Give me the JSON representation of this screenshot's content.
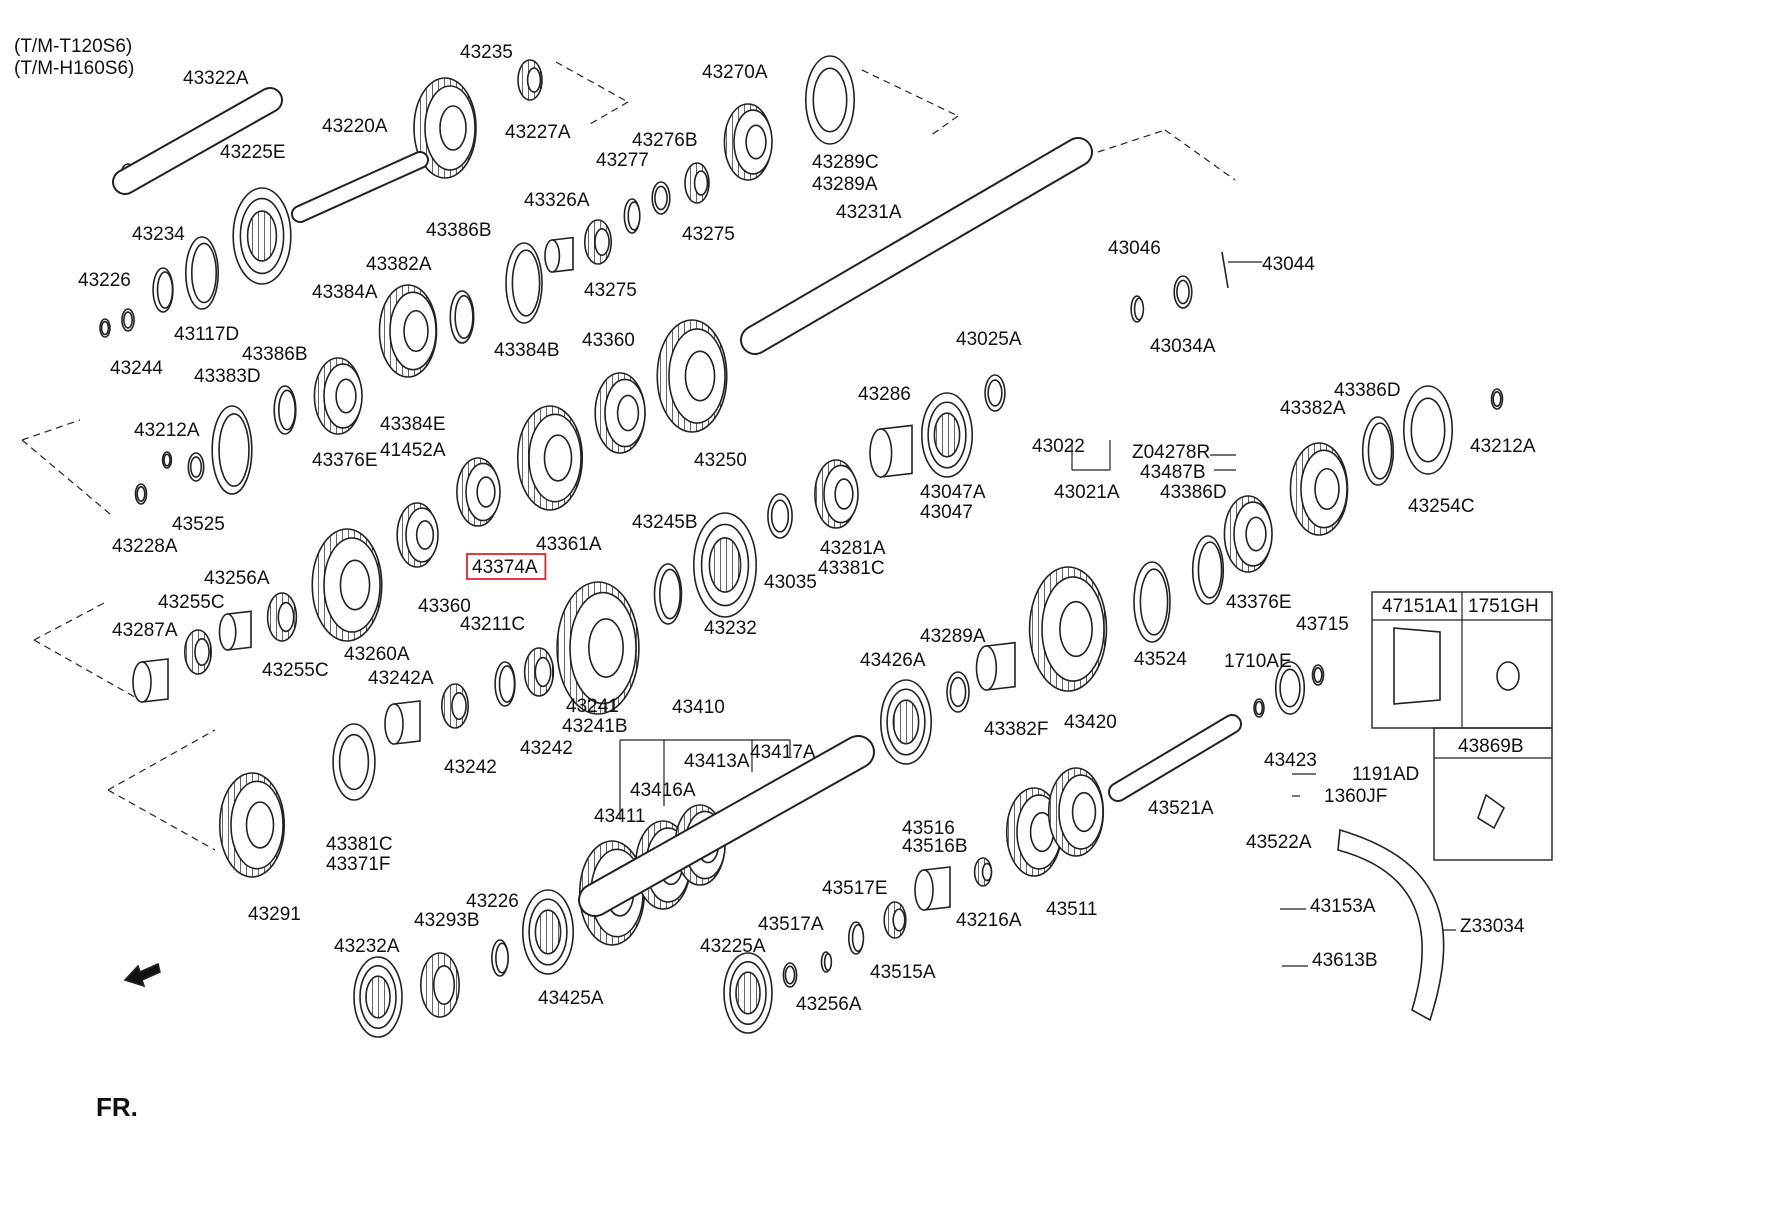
{
  "header": {
    "variant_1": "(T/M-T120S6)",
    "variant_2": "(T/M-H160S6)"
  },
  "direction_label": "FR.",
  "accent_color": "#e0242b",
  "highlighted_part": "43374A",
  "inset_boxes": {
    "gasket": [
      "47151A1",
      "1751GH"
    ],
    "sensor": "43869B"
  },
  "part_labels": [
    "43322A",
    "43235",
    "43227A",
    "43270A",
    "43289C",
    "43289A",
    "43220A",
    "43225E",
    "43276B",
    "43277",
    "43326A",
    "43275",
    "43275",
    "43231A",
    "43234",
    "43226",
    "43117D",
    "43244",
    "43386B",
    "43382A",
    "43384A",
    "43384B",
    "43360",
    "43250",
    "43386B",
    "43383D",
    "43376E",
    "43384E",
    "41452A",
    "43212A",
    "43525",
    "43228A",
    "43361A",
    "43374A",
    "43360",
    "43046",
    "43044",
    "43034A",
    "43025A",
    "43022",
    "43021A",
    "43286",
    "43047A",
    "43047",
    "Z04278R",
    "43487B",
    "43382A",
    "43386D",
    "43212A",
    "43254C",
    "43386D",
    "43376E",
    "43245B",
    "43232",
    "43035",
    "43281A",
    "43381C",
    "43256A",
    "43255C",
    "43255C",
    "43287A",
    "43260A",
    "43211C",
    "43242A",
    "43242",
    "43242",
    "43241",
    "43241B",
    "43410",
    "43413A",
    "43417A",
    "43416A",
    "43411",
    "43381C",
    "43371F",
    "43291",
    "43426A",
    "43289A",
    "43382F",
    "43420",
    "43524",
    "43715",
    "1710AE",
    "43423",
    "1191AD",
    "1360JF",
    "43522A",
    "43521A",
    "43516",
    "43516B",
    "43517E",
    "43216A",
    "43511",
    "43515A",
    "43226",
    "43293B",
    "43425A",
    "43232A",
    "43517A",
    "43225A",
    "43256A",
    "43153A",
    "43613B",
    "Z33034"
  ]
}
